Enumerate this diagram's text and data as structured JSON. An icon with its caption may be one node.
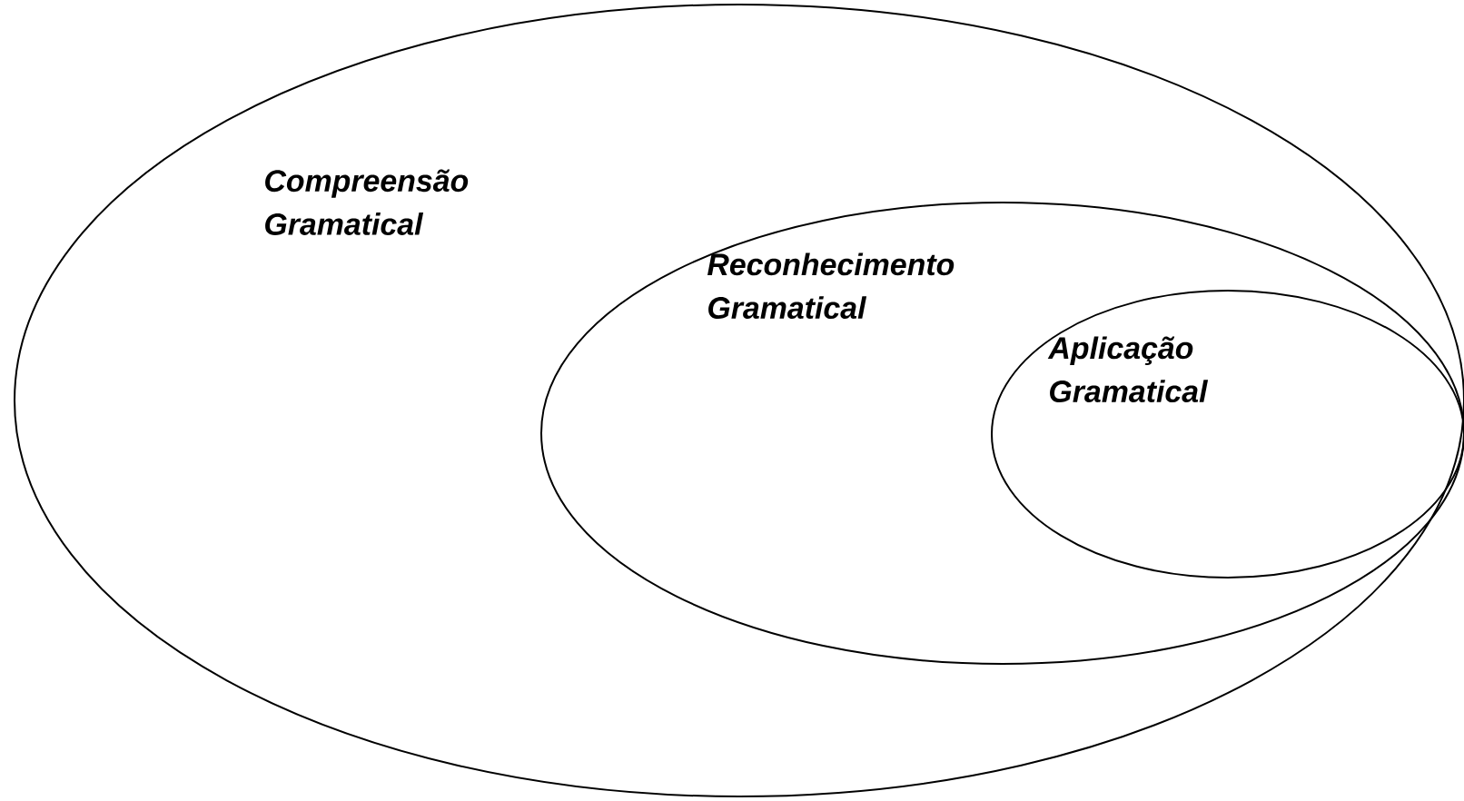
{
  "diagram": {
    "nodes": [
      {
        "text": [
          "Compreensão Gramatical"
        ]
      },
      {
        "text": [
          "Reconhecimento Gramatical"
        ],
        "in": 0
      },
      {
        "text": [
          "Aplicação Gramatical"
        ],
        "in": 1
      }
    ]
  }
}
